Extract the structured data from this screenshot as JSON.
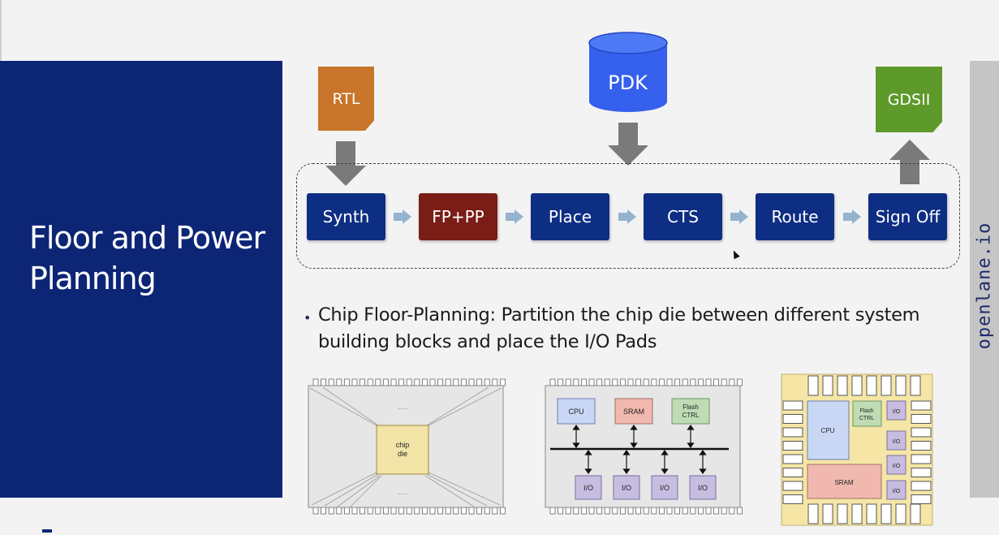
{
  "slide": {
    "title": "Floor and Power Planning",
    "side_brand": "openlane.io"
  },
  "inputs": {
    "rtl": "RTL",
    "pdk": "PDK",
    "gdsii": "GDSII"
  },
  "flow_steps": [
    "Synth",
    "FP+PP",
    "Place",
    "CTS",
    "Route",
    "Sign Off"
  ],
  "bullet": {
    "text": "Chip Floor-Planning: Partition the chip die between different system building blocks and place the I/O Pads"
  },
  "figure1": {
    "die_label_line1": "chip",
    "die_label_line2": "die",
    "dots_top": "......",
    "dots_bottom": "......"
  },
  "figure2": {
    "blocks": [
      "CPU",
      "SRAM",
      "Flash CTRL"
    ],
    "io_blocks": [
      "I/O",
      "I/O",
      "I/O",
      "I/O"
    ]
  },
  "figure3": {
    "cpu": "CPU",
    "sram": "SRAM",
    "flash_line1": "Flash",
    "flash_line2": "CTRL",
    "io_blocks": [
      "I/O",
      "I/O",
      "I/O",
      "I/O"
    ]
  },
  "colors": {
    "title_panel": "#0c2575",
    "step_blue": "#0e2e83",
    "step_red": "#7a1d16",
    "rtl": "#c9742b",
    "pdk": "#3560ee",
    "gdsii": "#5d9a2a",
    "arrow_gray": "#7a7a7a",
    "flow_arrow": "#93b3cf"
  }
}
